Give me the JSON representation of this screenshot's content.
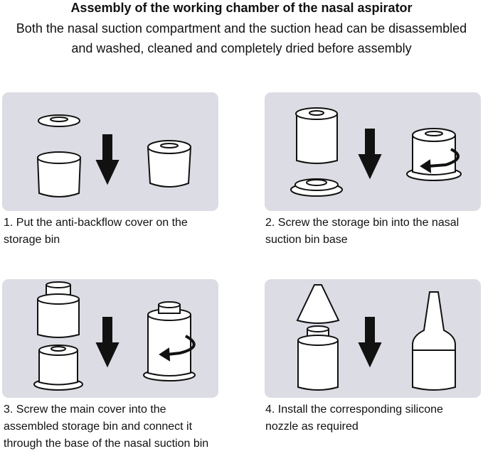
{
  "header": {
    "title": "Assembly of the working chamber of the nasal aspirator",
    "subtitle": "Both the nasal suction compartment and the suction head can be disassembled and washed, cleaned and completely dried before assembly"
  },
  "steps": [
    {
      "caption": "1. Put the anti-backflow cover on the storage bin"
    },
    {
      "caption": "2. Screw the storage bin into the nasal suction bin base"
    },
    {
      "caption": "3. Screw the main cover into the assembled storage bin and connect it through the base of the nasal suction bin"
    },
    {
      "caption": "4. Install the corresponding silicone nozzle as required"
    }
  ]
}
